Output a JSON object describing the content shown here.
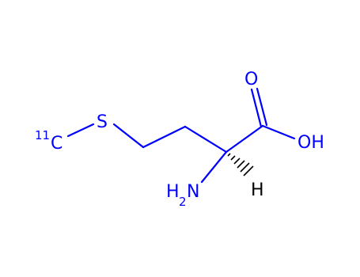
{
  "molecule": {
    "atoms": {
      "carbon_isotope": "11",
      "carbon": "C",
      "sulfur": "S",
      "oxygen_carbonyl": "O",
      "hydroxyl": "OH",
      "amine_h": "H",
      "amine_sub": "2",
      "amine_n": "N",
      "stereo_h": "H"
    },
    "colors": {
      "atom": "#0000ff",
      "stereo_hydrogen": "#000000",
      "background": "#ffffff"
    }
  }
}
